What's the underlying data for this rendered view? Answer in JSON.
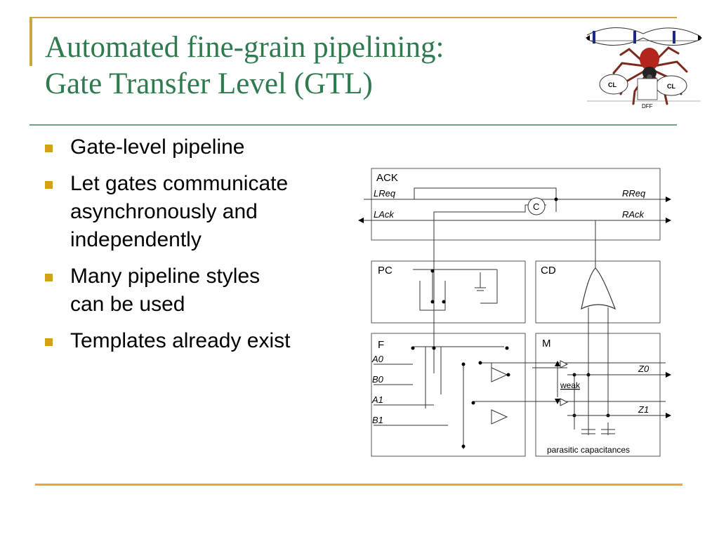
{
  "slide": {
    "title_line1": "Automated fine-grain pipelining:",
    "title_line2": "Gate Transfer Level (GTL)",
    "bullets": [
      {
        "lines": [
          "Gate-level pipeline"
        ]
      },
      {
        "lines": [
          "Let gates communicate",
          "asynchronously and",
          "independently"
        ]
      },
      {
        "lines": [
          "Many pipeline styles",
          "can be used"
        ]
      },
      {
        "lines": [
          "Templates already exist"
        ]
      }
    ]
  },
  "logo": {
    "cl_left": "CL",
    "cl_right": "CL",
    "dff": "DFF"
  },
  "diagram": {
    "blocks": {
      "ack": "ACK",
      "pc": "PC",
      "cd": "CD",
      "f": "F",
      "m": "M"
    },
    "signals": {
      "lreq": "LReq",
      "lack": "LAck",
      "rreq": "RReq",
      "rack": "RAck",
      "c": "C",
      "a0": "A0",
      "b0": "B0",
      "a1": "A1",
      "b1": "B1",
      "z0": "Z0",
      "z1": "Z1",
      "weak": "weak",
      "parasitic": "parasitic capacitances"
    }
  },
  "colors": {
    "title": "#2f7a4f",
    "bullet": "#d4a017",
    "accent_gold": "#c8a640",
    "footer_rule": "#e7a92c"
  }
}
